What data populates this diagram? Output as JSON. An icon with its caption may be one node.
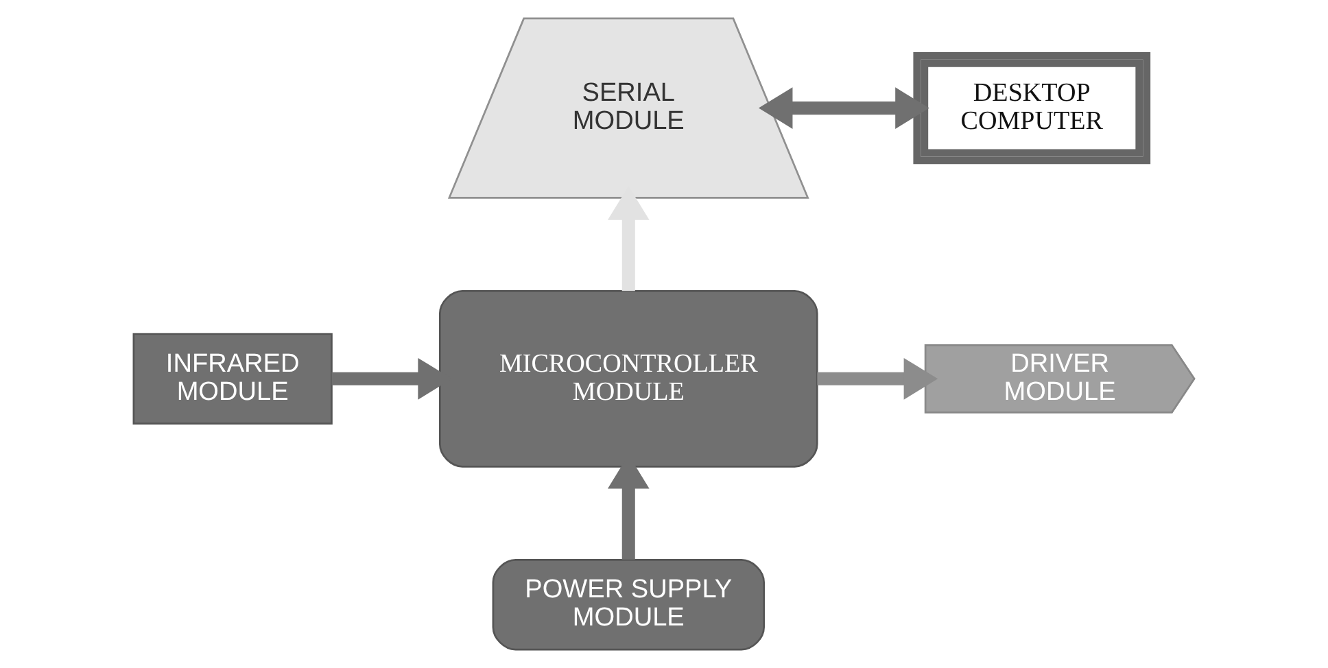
{
  "diagram": {
    "nodes": [
      {
        "text": [
          "SERIAL MODULE"
        ]
      },
      {
        "text": [
          "DESKTOP COMPUTER"
        ]
      },
      {
        "text": [
          "INFRARED MODULE"
        ]
      },
      {
        "text": [
          "MICROCONTROLLER MODULE"
        ]
      },
      {
        "text": [
          "DRIVER MODULE"
        ]
      },
      {
        "text": [
          "POWER SUPPLY MODULE"
        ]
      }
    ],
    "edges": [
      {
        "from": 3,
        "to": 0,
        "arrow": "to",
        "color": "#e2e2e2"
      },
      {
        "from": 0,
        "to": 1,
        "arrow": "both"
      },
      {
        "from": 2,
        "to": 3,
        "arrow": "to"
      },
      {
        "from": 3,
        "to": 4,
        "arrow": "to",
        "color": "#8c8c8c"
      },
      {
        "from": 5,
        "to": 3,
        "arrow": "to"
      }
    ]
  }
}
